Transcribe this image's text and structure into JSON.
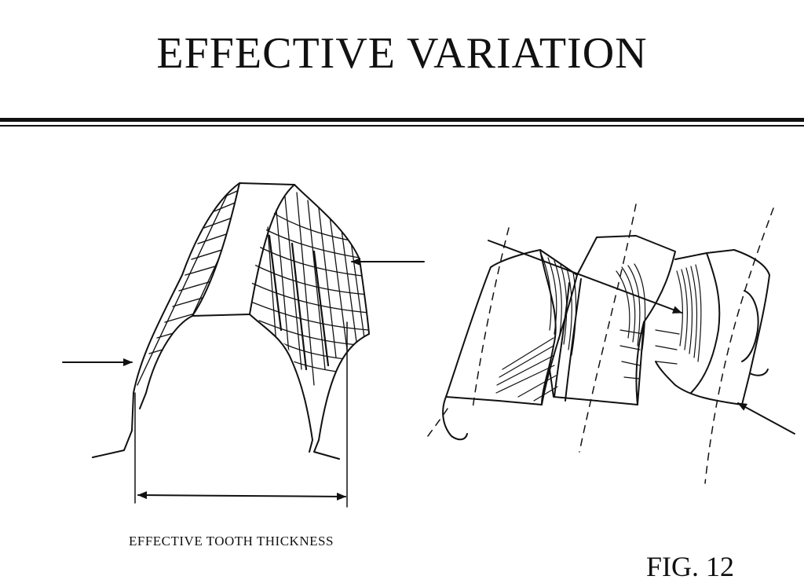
{
  "title": "EFFECTIVE VARIATION",
  "caption": "EFFECTIVE TOOTH THICKNESS",
  "figure_label": "FIG. 12",
  "colors": {
    "ink": "#111111",
    "paper": "#ffffff"
  },
  "icons": {
    "arrow_head": "arrowhead-marker"
  }
}
